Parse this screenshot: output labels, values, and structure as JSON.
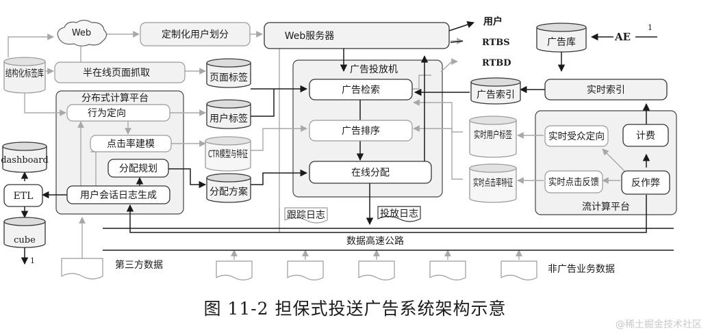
{
  "diagram": {
    "web": "Web",
    "custom_user_segment": "定制化用户划分",
    "web_server": "Web服务器",
    "out_user": "用户",
    "out_rtbs": "RTBS",
    "out_rtbd": "RTBD",
    "ad_library": "广告库",
    "ae": "AE",
    "ae_mark": "1",
    "structured_tag_db": "结构化标签库",
    "semi_online_crawl": "半在线页面抓取",
    "page_tags": "页面标签",
    "ad_serving_engine": "广告投放机",
    "ad_retrieval": "广告检索",
    "ad_index": "广告索引",
    "realtime_index": "实时索引",
    "distributed_platform": "分布式计算平台",
    "behavior_targeting": "行为定向",
    "user_tags": "用户标签",
    "ad_ranking": "广告排序",
    "realtime_user_tags": "实时用户标签",
    "realtime_audience_targeting": "实时受众定向",
    "billing": "计费",
    "ctr_modeling": "点击率建模",
    "ctr_model_features": "CTR模型与特征",
    "allocation_planning": "分配规划",
    "online_allocation": "在线分配",
    "realtime_ctr_features": "实时点击率特征",
    "realtime_ctr_feedback": "实时点击反馈",
    "anti_fraud": "反作弊",
    "dashboard": "dashboard",
    "etl": "ETL",
    "user_session_log": "用户会话日志生成",
    "allocation_plan": "分配方案",
    "stream_platform": "流计算平台",
    "tracking_log": "跟踪日志",
    "serving_log": "投放日志",
    "cube": "cube",
    "cube_mark": "1",
    "data_highway": "数据高速公路",
    "third_party_data": "第三方数据",
    "non_ad_business_data": "非广告业务数据"
  },
  "caption": "图 11-2  担保式投送广告系统架构示意",
  "watermark": "@稀土掘金技术社区"
}
